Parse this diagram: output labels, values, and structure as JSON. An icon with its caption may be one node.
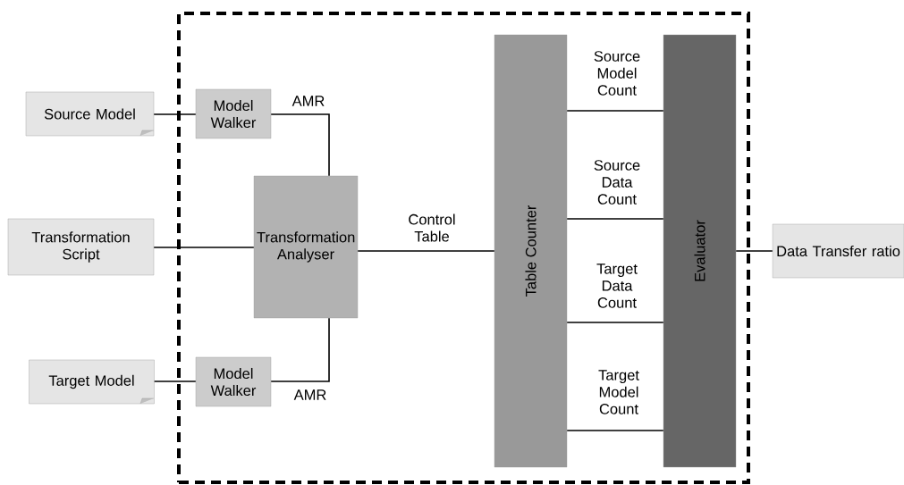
{
  "diagram": {
    "nodes": [
      {
        "text": [],
        "shape": "box"
      },
      {
        "text": [
          "Source Model"
        ]
      },
      {
        "text": [
          "Model Walker"
        ],
        "in": 0
      },
      {
        "text": [
          "Transformation Script"
        ]
      },
      {
        "text": [
          "Transformation Analyser"
        ],
        "in": 0
      },
      {
        "text": [
          "Target Model"
        ]
      },
      {
        "text": [
          "Model Walker"
        ],
        "in": 0
      },
      {
        "text": [
          "Table Counter"
        ],
        "in": 0
      },
      {
        "text": [
          "Evaluator"
        ],
        "in": 0
      },
      {
        "text": [
          "Data Transfer ratio"
        ]
      }
    ],
    "edges": [
      {
        "from": 1,
        "to": 2,
        "arrow": "none"
      },
      {
        "from": 2,
        "to": 4,
        "arrow": "none",
        "label": "AMR"
      },
      {
        "from": 3,
        "to": 4,
        "arrow": "none"
      },
      {
        "from": 5,
        "to": 6,
        "arrow": "none"
      },
      {
        "from": 6,
        "to": 4,
        "arrow": "none",
        "label": "AMR"
      },
      {
        "from": 4,
        "to": 7,
        "arrow": "none",
        "label": "Control Table"
      },
      {
        "from": 7,
        "to": 8,
        "arrow": "none",
        "label": "Source Model Count"
      },
      {
        "from": 7,
        "to": 8,
        "arrow": "none",
        "label": "Source Data Count"
      },
      {
        "from": 7,
        "to": 8,
        "arrow": "none",
        "label": "Target Data Count"
      },
      {
        "from": 7,
        "to": 8,
        "arrow": "none",
        "label": "Target Model Count"
      },
      {
        "from": 8,
        "to": 9,
        "arrow": "none"
      }
    ]
  }
}
